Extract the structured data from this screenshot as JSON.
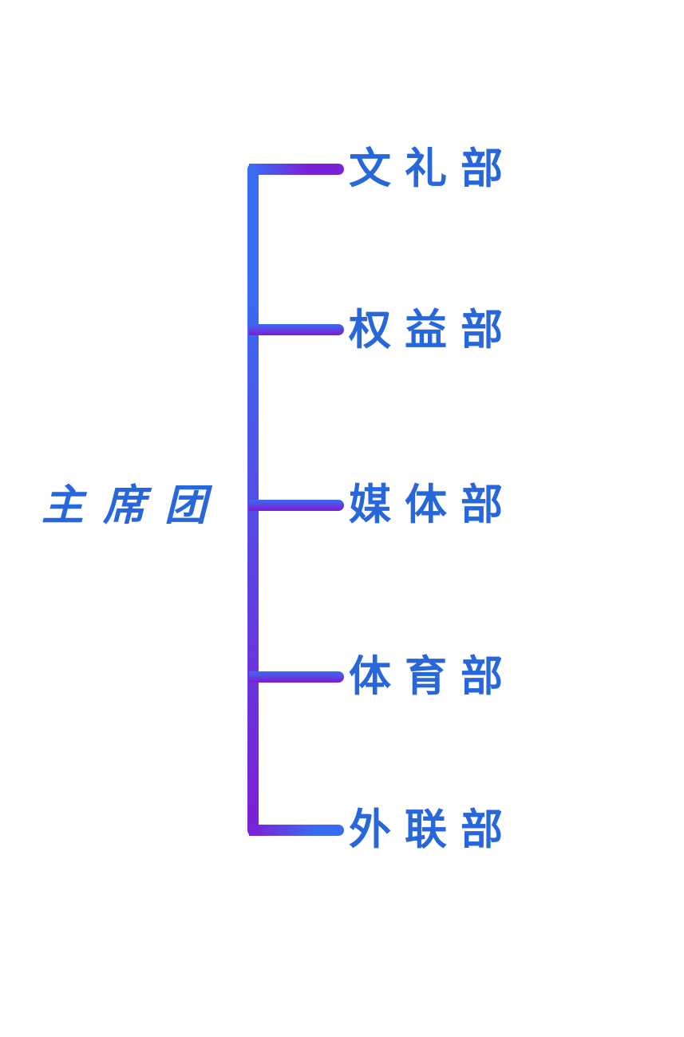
{
  "diagram": {
    "type": "org-chart",
    "root": {
      "label": "主席团"
    },
    "departments": [
      {
        "label": "文礼部"
      },
      {
        "label": "权益部"
      },
      {
        "label": "媒体部"
      },
      {
        "label": "体育部"
      },
      {
        "label": "外联部"
      }
    ]
  },
  "colors": {
    "label-blue": "#2766db",
    "line-blue": "#3a6cf2",
    "line-purple": "#7a22d8",
    "background": "#ffffff"
  }
}
